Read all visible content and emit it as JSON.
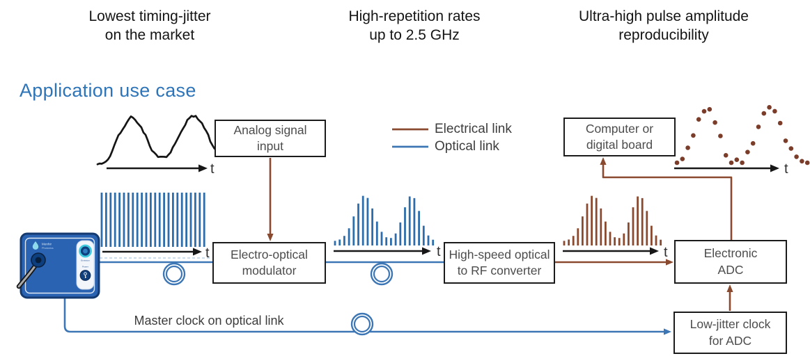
{
  "headers": {
    "jitter": "Lowest timing-jitter\non the market",
    "repetition": "High-repetition rates\nup to 2.5 GHz",
    "amplitude": "Ultra-high pulse amplitude\nreproducibility"
  },
  "section_title": "Application use case",
  "legend": {
    "electrical_label": "Electrical link",
    "optical_label": "Optical link"
  },
  "boxes": {
    "analog_input": "Analog signal\ninput",
    "computer": "Computer or\ndigital board",
    "modulator": "Electro-optical\nmodulator",
    "converter": "High-speed optical\nto RF converter",
    "adc": "Electronic\nADC",
    "clock": "Low-jitter clock\nfor ADC"
  },
  "labels": {
    "master_clock": "Master clock on optical link",
    "time_axis": "t"
  },
  "device": {
    "brand_line1": "Menhir",
    "brand_line2": "Photonics",
    "emission_label": "Emission",
    "power_label": "Power"
  },
  "colors": {
    "optical": "#3c76b4",
    "optical_comb": "#2e6dab",
    "electrical": "#8a4a30",
    "scatter_dot": "#7b3d2a",
    "axis_black": "#171717",
    "title_blue": "#2d74b8",
    "dashed_baseline": "#b9cfe6"
  }
}
